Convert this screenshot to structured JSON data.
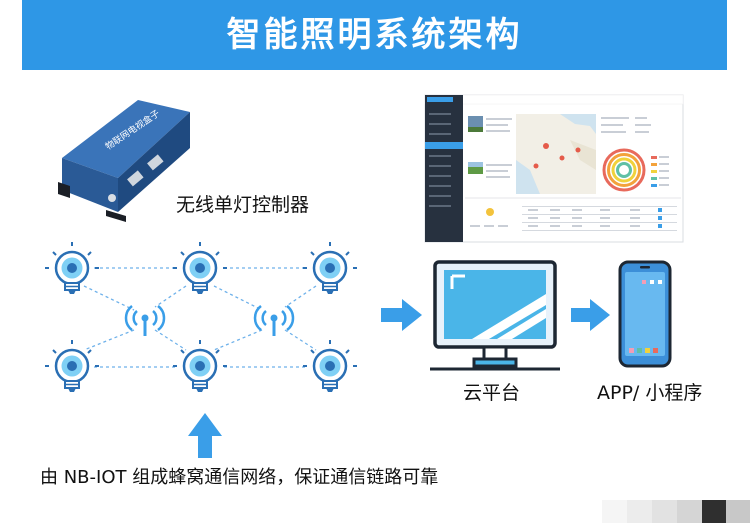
{
  "title": "智能照明系统架构",
  "labels": {
    "controller": "无线单灯控制器",
    "cloud": "云平台",
    "app": "APP/ 小程序",
    "network_note": "由 NB-IOT 组成蜂窝通信网络，保证通信链路可靠"
  },
  "device": {
    "panel_text": "物联网电视盒子"
  },
  "colors": {
    "accent": "#2e97e6",
    "arrow": "#3a9ee8",
    "bulb_dark": "#2a6fb4",
    "bulb_light": "#7fd0f5",
    "network_line": "#6eb1ea"
  }
}
